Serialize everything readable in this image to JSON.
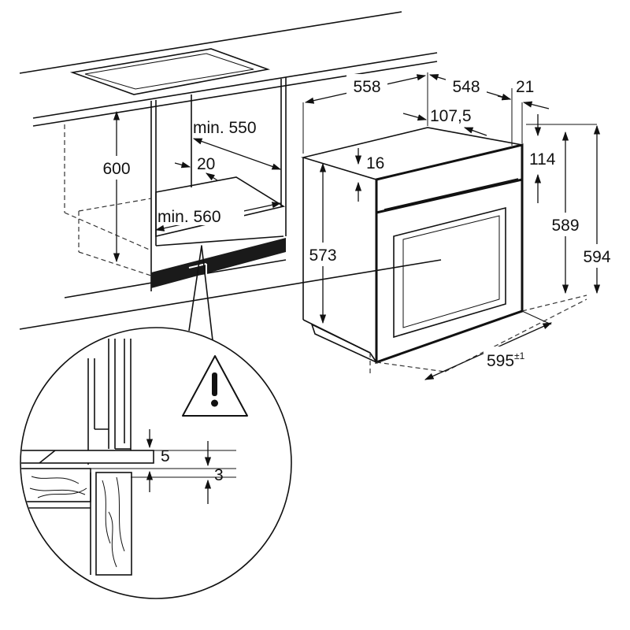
{
  "dimensions": {
    "cabinet_height": "600",
    "cabinet_depth_min": "min. 550",
    "cabinet_gap": "20",
    "cabinet_width_min": "min. 560",
    "oven_depth": "558",
    "oven_body_depth": "548",
    "front_offset": "21",
    "panel_depth": "107,5",
    "top_offset": "16",
    "side_height": "573",
    "top_gap": "114",
    "body_height": "589",
    "total_height": "594",
    "width": "595",
    "width_tolerance": "±1",
    "detail_gap_a": "5",
    "detail_gap_b": "3"
  },
  "icons": {
    "warning": "warning-triangle-icon"
  },
  "colors": {
    "line": "#111111",
    "background": "#ffffff",
    "vent": "#1a1a1a"
  }
}
